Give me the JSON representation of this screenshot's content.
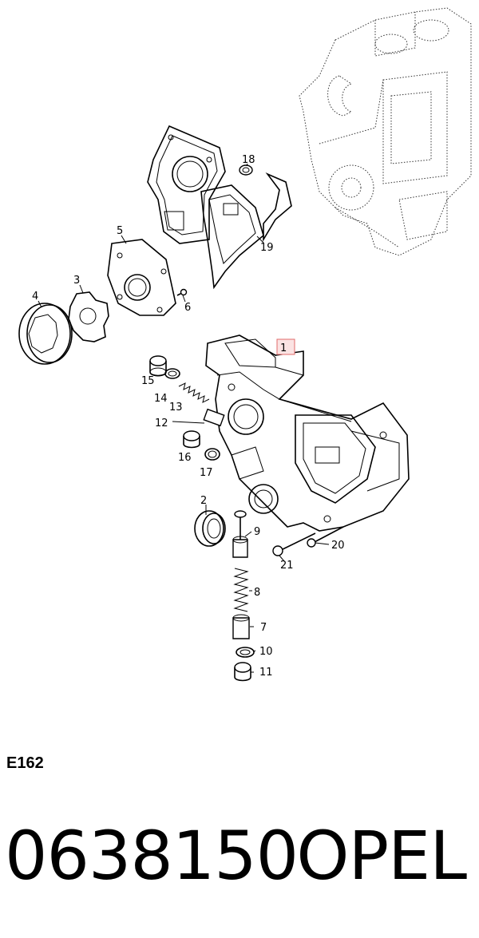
{
  "diagram": {
    "callouts": [
      {
        "id": "1",
        "label": "1",
        "highlighted": true
      },
      {
        "id": "2",
        "label": "2"
      },
      {
        "id": "3",
        "label": "3"
      },
      {
        "id": "4",
        "label": "4"
      },
      {
        "id": "5",
        "label": "5"
      },
      {
        "id": "6",
        "label": "6"
      },
      {
        "id": "7",
        "label": "7"
      },
      {
        "id": "8",
        "label": "8"
      },
      {
        "id": "9",
        "label": "9"
      },
      {
        "id": "10",
        "label": "10"
      },
      {
        "id": "11",
        "label": "11"
      },
      {
        "id": "12",
        "label": "12"
      },
      {
        "id": "13",
        "label": "13"
      },
      {
        "id": "14",
        "label": "14"
      },
      {
        "id": "15",
        "label": "15"
      },
      {
        "id": "16",
        "label": "16"
      },
      {
        "id": "17",
        "label": "17"
      },
      {
        "id": "18",
        "label": "18"
      },
      {
        "id": "19",
        "label": "19"
      },
      {
        "id": "20",
        "label": "20"
      },
      {
        "id": "21",
        "label": "21"
      }
    ],
    "highlight_color": "#e06b6b"
  },
  "footer": {
    "diagram_code": "E162",
    "part_number": "0638150",
    "brand": "OPEL"
  }
}
